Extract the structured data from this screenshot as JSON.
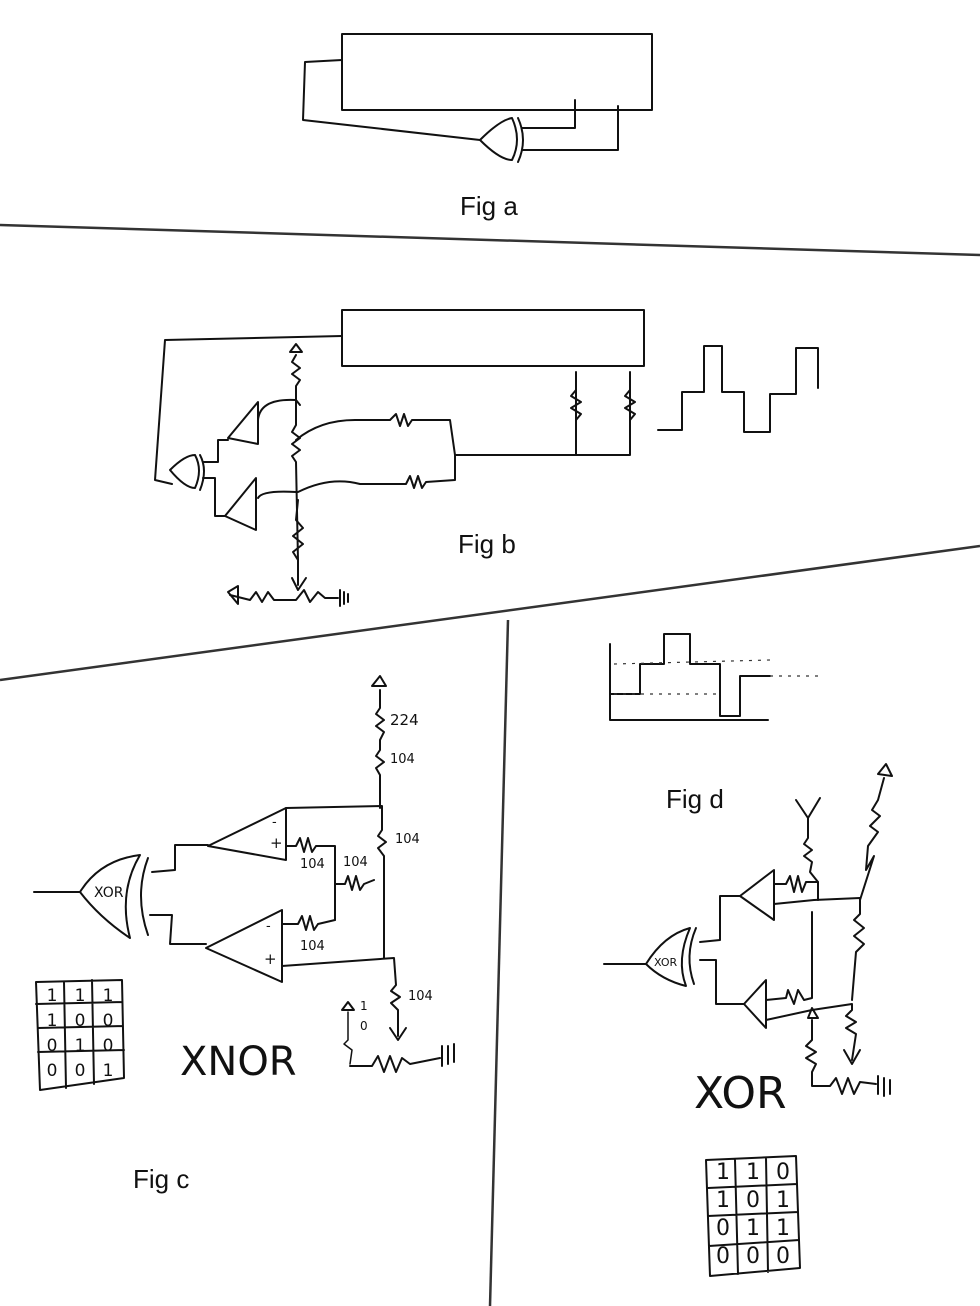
{
  "figures": {
    "a": {
      "caption": "Fig a"
    },
    "b": {
      "caption": "Fig b"
    },
    "c": {
      "caption": "Fig c",
      "gate_label": "XOR",
      "title": "XNOR",
      "opamp_pins": {
        "minus": "-",
        "plus": "+"
      },
      "resistor_labels": {
        "r_224": "224",
        "r_104_a": "104",
        "r_104_b": "104",
        "r_104_c": "104",
        "r_104_d": "104",
        "r_104_e": "104",
        "r_104_f": "104"
      },
      "switch_labels": {
        "s_1": "1",
        "s_0": "0"
      },
      "truth_table": [
        [
          "1",
          "1",
          "1"
        ],
        [
          "1",
          "0",
          "0"
        ],
        [
          "0",
          "1",
          "0"
        ],
        [
          "0",
          "0",
          "1"
        ]
      ]
    },
    "d": {
      "caption": "Fig d",
      "gate_label": "XOR",
      "title": "XOR",
      "truth_table": [
        [
          "1",
          "1",
          "0"
        ],
        [
          "1",
          "0",
          "1"
        ],
        [
          "0",
          "1",
          "1"
        ],
        [
          "0",
          "0",
          "0"
        ]
      ]
    }
  }
}
